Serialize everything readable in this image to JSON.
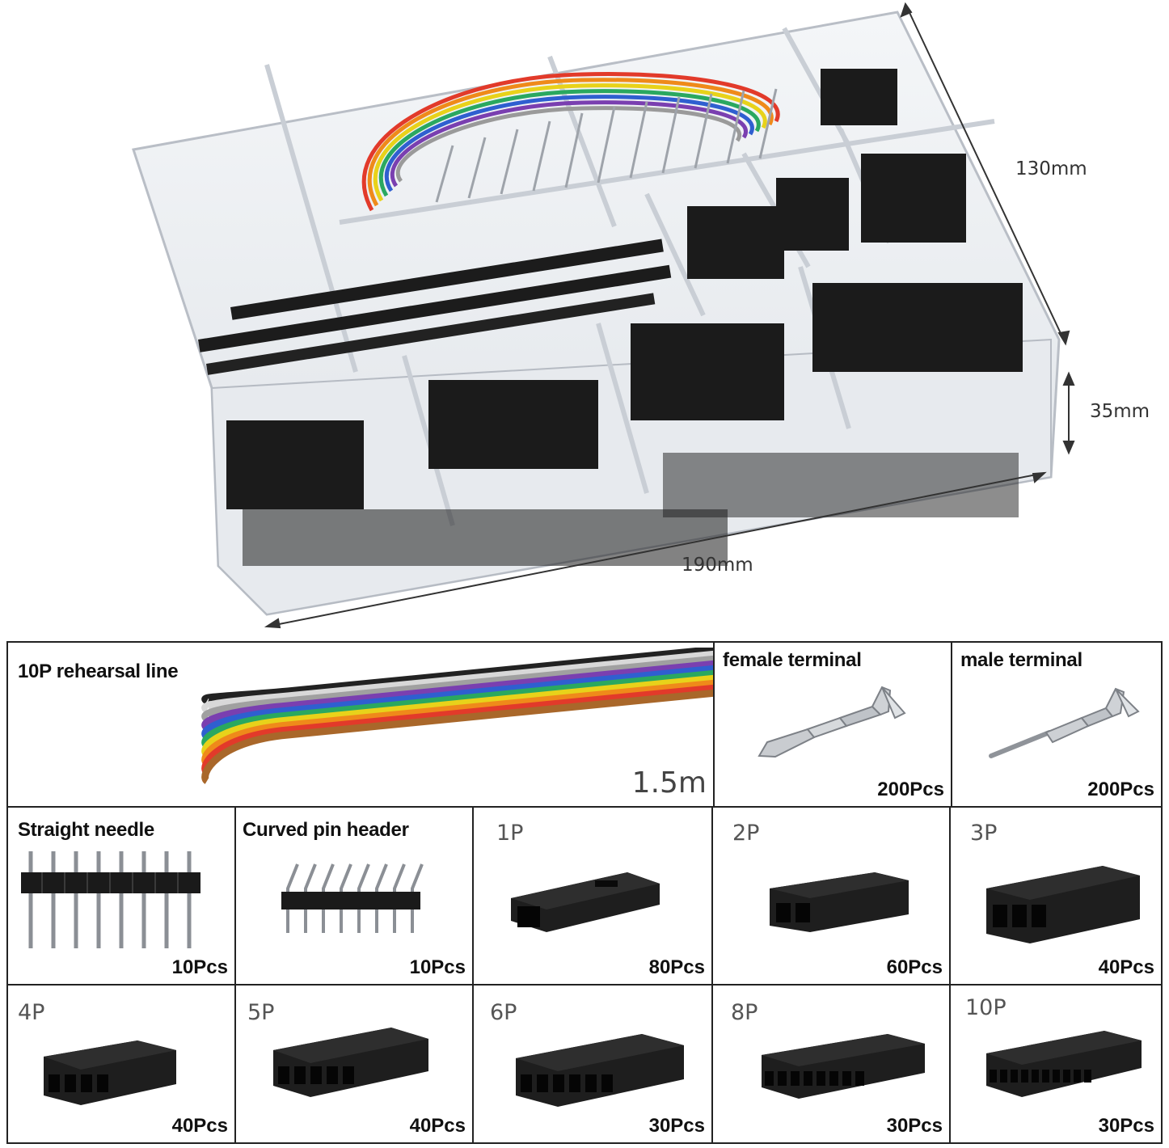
{
  "box": {
    "depth_label": "130mm",
    "height_label": "35mm",
    "width_label": "190mm"
  },
  "ribbon_cable": {
    "name": "10P rehearsal line",
    "length": "1.5m",
    "colors": [
      "#222222",
      "#d8d8d8",
      "#a0a0a0",
      "#7a3fb0",
      "#2f5fd0",
      "#2aa860",
      "#e8d21a",
      "#ef8a1a",
      "#e23a2a",
      "#a9672a"
    ]
  },
  "items": [
    {
      "name": "female terminal",
      "qty": "200Pcs"
    },
    {
      "name": "male terminal",
      "qty": "200Pcs"
    },
    {
      "name": "Straight needle",
      "qty": "10Pcs"
    },
    {
      "name": "Curved pin header",
      "qty": "10Pcs"
    },
    {
      "name": "1P",
      "qty": "80Pcs"
    },
    {
      "name": "2P",
      "qty": "60Pcs"
    },
    {
      "name": "3P",
      "qty": "40Pcs"
    },
    {
      "name": "4P",
      "qty": "40Pcs"
    },
    {
      "name": "5P",
      "qty": "40Pcs"
    },
    {
      "name": "6P",
      "qty": "30Pcs"
    },
    {
      "name": "8P",
      "qty": "30Pcs"
    },
    {
      "name": "10P",
      "qty": "30Pcs"
    }
  ]
}
